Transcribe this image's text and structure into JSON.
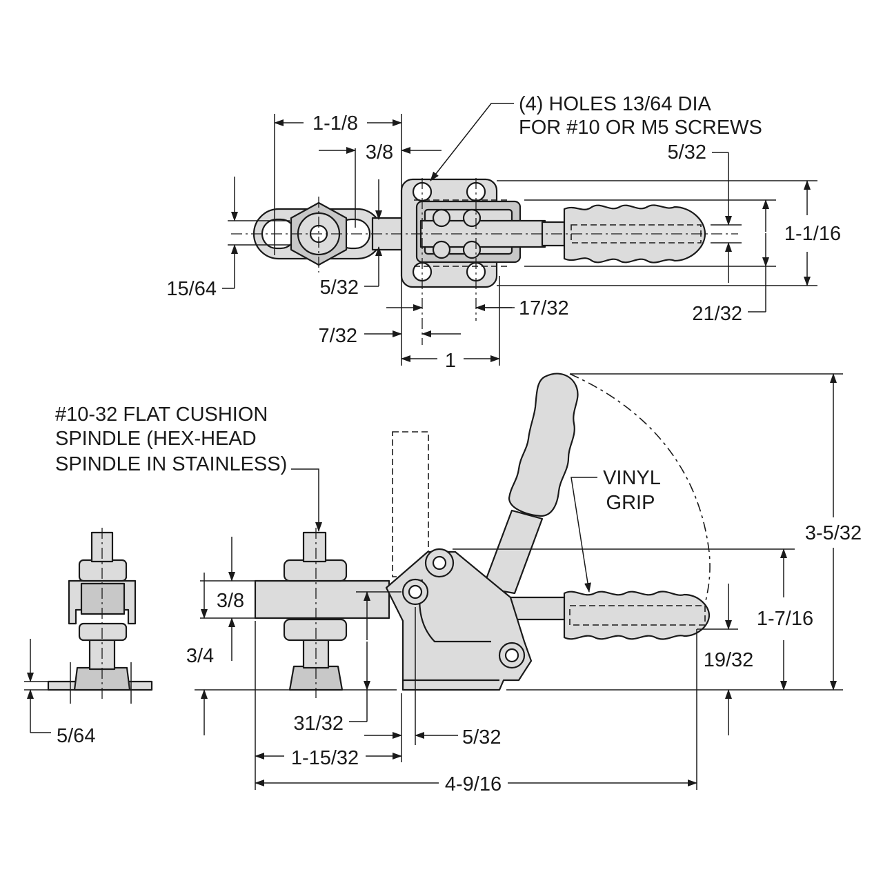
{
  "callouts": {
    "holes_line1": "(4) HOLES 13/64 DIA",
    "holes_line2": "FOR #10 OR M5 SCREWS",
    "spindle_line1": "#10-32 FLAT CUSHION",
    "spindle_line2": "SPINDLE (HEX-HEAD",
    "spindle_line3": "SPINDLE IN STAINLESS)",
    "vinyl_line1": "VINYL",
    "vinyl_line2": "GRIP"
  },
  "top_view_dims": {
    "d_1_1_8": "1-1/8",
    "d_3_8": "3/8",
    "d_5_32_right": "5/32",
    "d_1_1_16": "1-1/16",
    "d_15_64": "15/64",
    "d_5_32_left": "5/32",
    "d_17_32": "17/32",
    "d_21_32": "21/32",
    "d_7_32": "7/32",
    "d_1": "1"
  },
  "side_view_dims": {
    "d_3_5_32": "3-5/32",
    "d_3_8": "3/8",
    "d_1_7_16": "1-7/16",
    "d_3_4": "3/4",
    "d_19_32": "19/32",
    "d_5_64": "5/64",
    "d_31_32": "31/32",
    "d_5_32": "5/32",
    "d_1_15_32": "1-15/32",
    "d_4_9_16": "4-9/16"
  }
}
